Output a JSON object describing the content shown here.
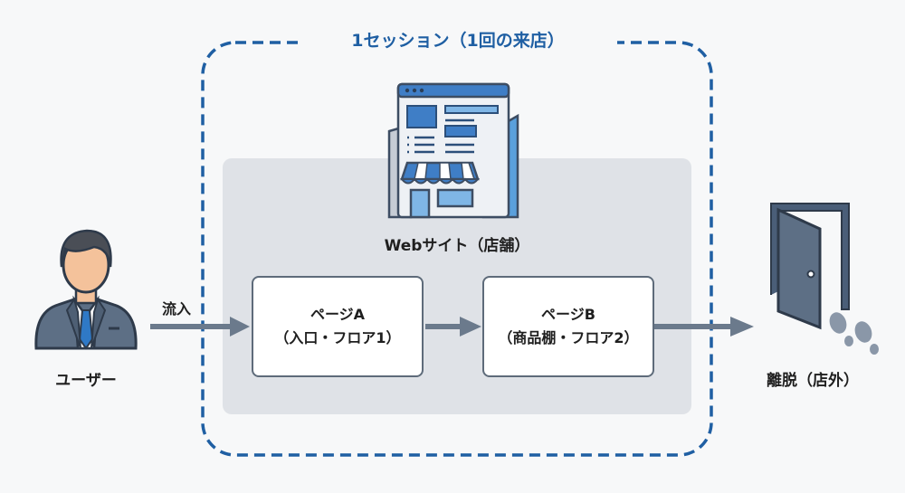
{
  "session": {
    "title": "1セッション（1回の来店）",
    "border_color": "#1f5fa3"
  },
  "website": {
    "label": "Webサイト（店舗）",
    "icon": "storefront-website-icon"
  },
  "user": {
    "label": "ユーザー",
    "icon": "businessman-icon"
  },
  "flow": {
    "inflow_label": "流入"
  },
  "pages": [
    {
      "title": "ページA",
      "subtitle": "（入口・フロア1）"
    },
    {
      "title": "ページB",
      "subtitle": "（商品棚・フロア2）"
    }
  ],
  "exit": {
    "label": "離脱（店外）",
    "icon": "open-door-footprints-icon"
  },
  "colors": {
    "accent_blue": "#1f5fa3",
    "arrow": "#6b7a8c",
    "panel": "#dfe2e7",
    "door": "#4a5e78"
  }
}
